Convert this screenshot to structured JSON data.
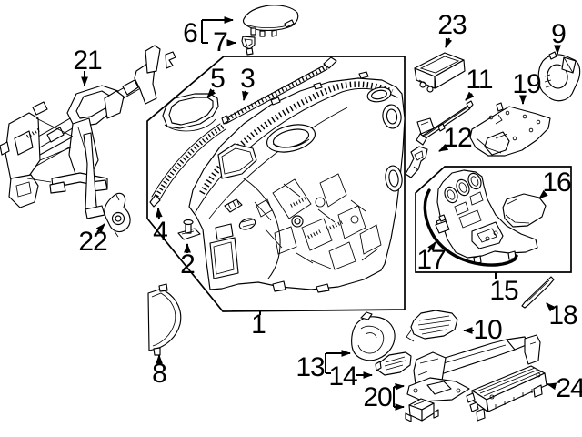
{
  "figure": {
    "background_color": "#ffffff",
    "line_color": "#000000"
  },
  "callouts": {
    "c1": "1",
    "c2": "2",
    "c3": "3",
    "c4": "4",
    "c5": "5",
    "c6": "6",
    "c7": "7",
    "c8": "8",
    "c9": "9",
    "c10": "10",
    "c11": "11",
    "c12": "12",
    "c13": "13",
    "c14": "14",
    "c15": "15",
    "c16": "16",
    "c17": "17",
    "c18": "18",
    "c19": "19",
    "c20": "20",
    "c21": "21",
    "c22": "22",
    "c23": "23",
    "c24": "24"
  }
}
